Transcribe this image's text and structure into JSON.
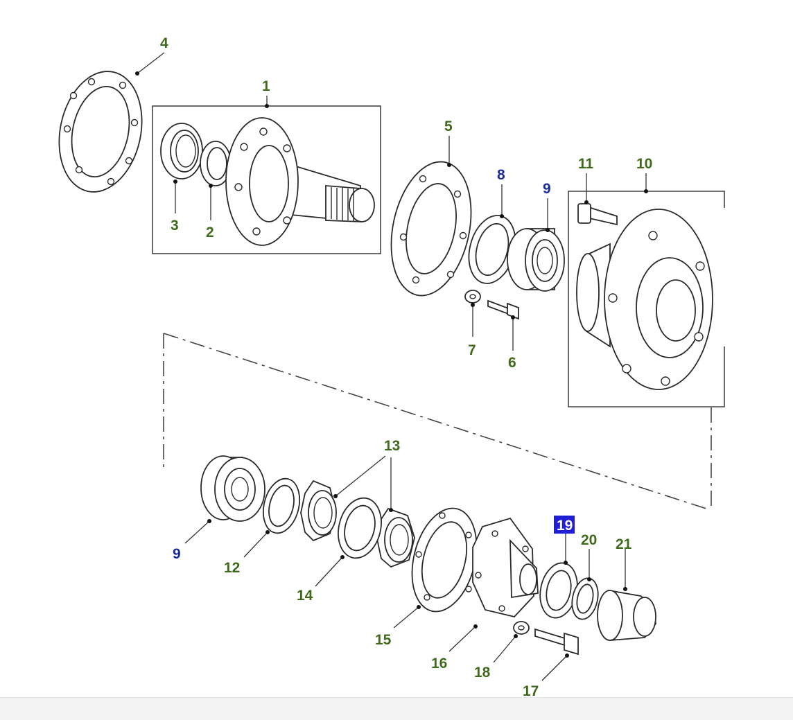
{
  "colors": {
    "callout_green": "#3f6a1c",
    "callout_blue": "#1a2b9c",
    "selected_bg": "#1f1fd8",
    "line": "#2a2a2a"
  },
  "callouts": {
    "c1": "1",
    "c2": "2",
    "c3": "3",
    "c4": "4",
    "c5": "5",
    "c6": "6",
    "c7": "7",
    "c8": "8",
    "c9a": "9",
    "c9b": "9",
    "c10": "10",
    "c11": "11",
    "c12": "12",
    "c13": "13",
    "c14": "14",
    "c15": "15",
    "c16": "16",
    "c17": "17",
    "c18": "18",
    "c19": "19",
    "c20": "20",
    "c21": "21"
  },
  "selected_part": "19"
}
